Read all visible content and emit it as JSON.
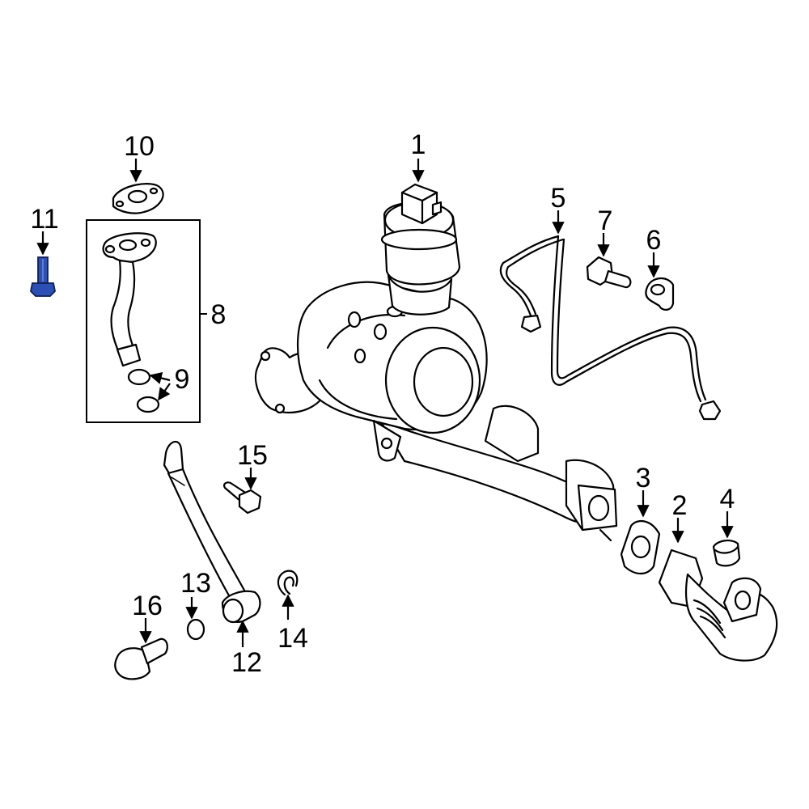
{
  "callouts": {
    "c1": "1",
    "c2": "2",
    "c3": "3",
    "c4": "4",
    "c5": "5",
    "c6": "6",
    "c7": "7",
    "c8": "8",
    "c9": "9",
    "c10": "10",
    "c11": "11",
    "c12": "12",
    "c13": "13",
    "c14": "14",
    "c15": "15",
    "c16": "16"
  },
  "colors": {
    "highlight": "#2c4fb3",
    "line": "#000000",
    "fill": "#ffffff"
  }
}
